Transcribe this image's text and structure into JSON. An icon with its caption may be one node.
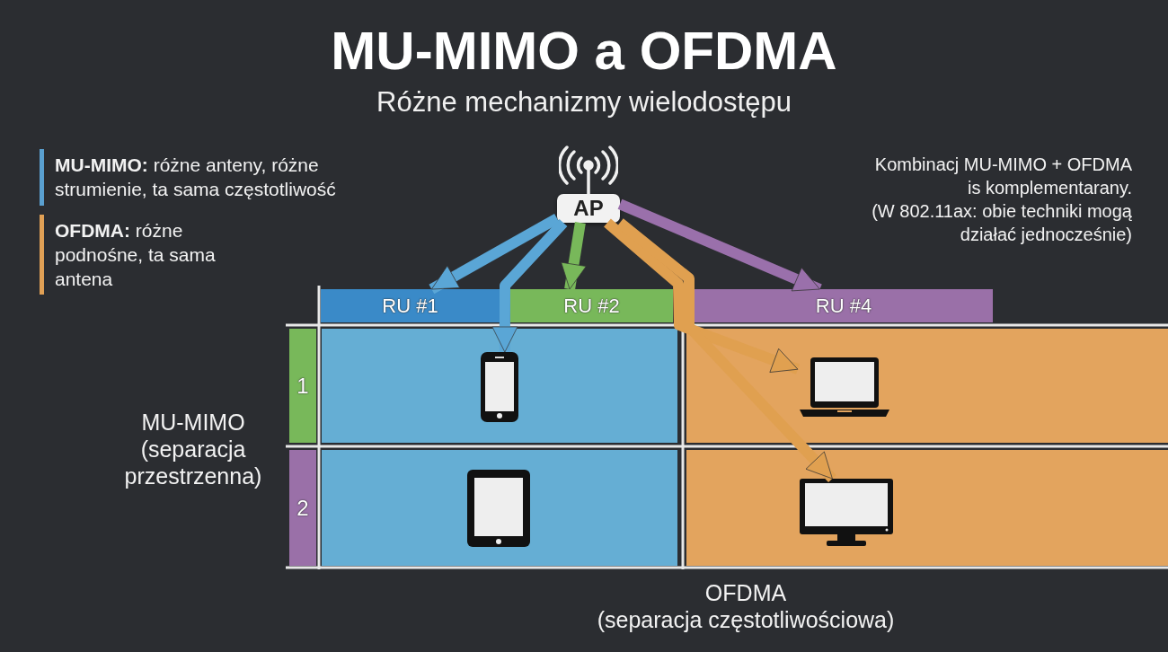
{
  "diagram": {
    "title": "MU-MIMO a OFDMA",
    "nodes": [
      {
        "text": [
          "AP"
        ]
      },
      {
        "text": [
          "RU #1"
        ]
      },
      {
        "text": [
          "RU #2"
        ]
      },
      {
        "text": [
          "RU #4"
        ]
      },
      {
        "text": [
          "1"
        ]
      },
      {
        "text": [
          "2"
        ]
      },
      {
        "text": [],
        "shape": "box"
      },
      {
        "text": [],
        "shape": "box"
      },
      {
        "text": [],
        "shape": "box"
      },
      {
        "text": [],
        "shape": "box"
      },
      {
        "text": [],
        "shape": "phone",
        "in": 6
      },
      {
        "text": [],
        "shape": "laptop",
        "in": 7
      },
      {
        "text": [],
        "shape": "tablet",
        "in": 8
      },
      {
        "text": [],
        "shape": "monitor",
        "in": 9
      }
    ],
    "edges": [
      {
        "from": 0,
        "to": 1,
        "arrow": "to",
        "color": "#5aa6d6"
      },
      {
        "from": 0,
        "to": 10,
        "arrow": "to",
        "color": "#5aa6d6"
      },
      {
        "from": 0,
        "to": 2,
        "arrow": "to",
        "color": "#78b85a"
      },
      {
        "from": 0,
        "to": 3,
        "arrow": "to",
        "color": "#9a70ab"
      },
      {
        "from": 0,
        "to": 11,
        "arrow": "to",
        "color": "#e0a050"
      },
      {
        "from": 0,
        "to": 13,
        "arrow": "to",
        "color": "#e0a050"
      }
    ],
    "labels": [
      "Różne mechanizmy wielodostępu",
      "Kombinacj MU-MIMO + OFDMA is komplementarany.",
      "(W 802.11ax: obie techniki mogą działać jednocześnie)",
      "MU-MIMO (separacja przestrzenna)",
      "OFDMA (separacja częstotliwościowa)"
    ],
    "legend": [
      {
        "text": "**MU-MIMO:** różne anteny, różne strumienie, ta sama częstotliwość",
        "color": "#5aa0d0"
      },
      {
        "text": "**OFDMA:** różne podnośne, ta sama antena",
        "color": "#e0a055"
      }
    ]
  }
}
